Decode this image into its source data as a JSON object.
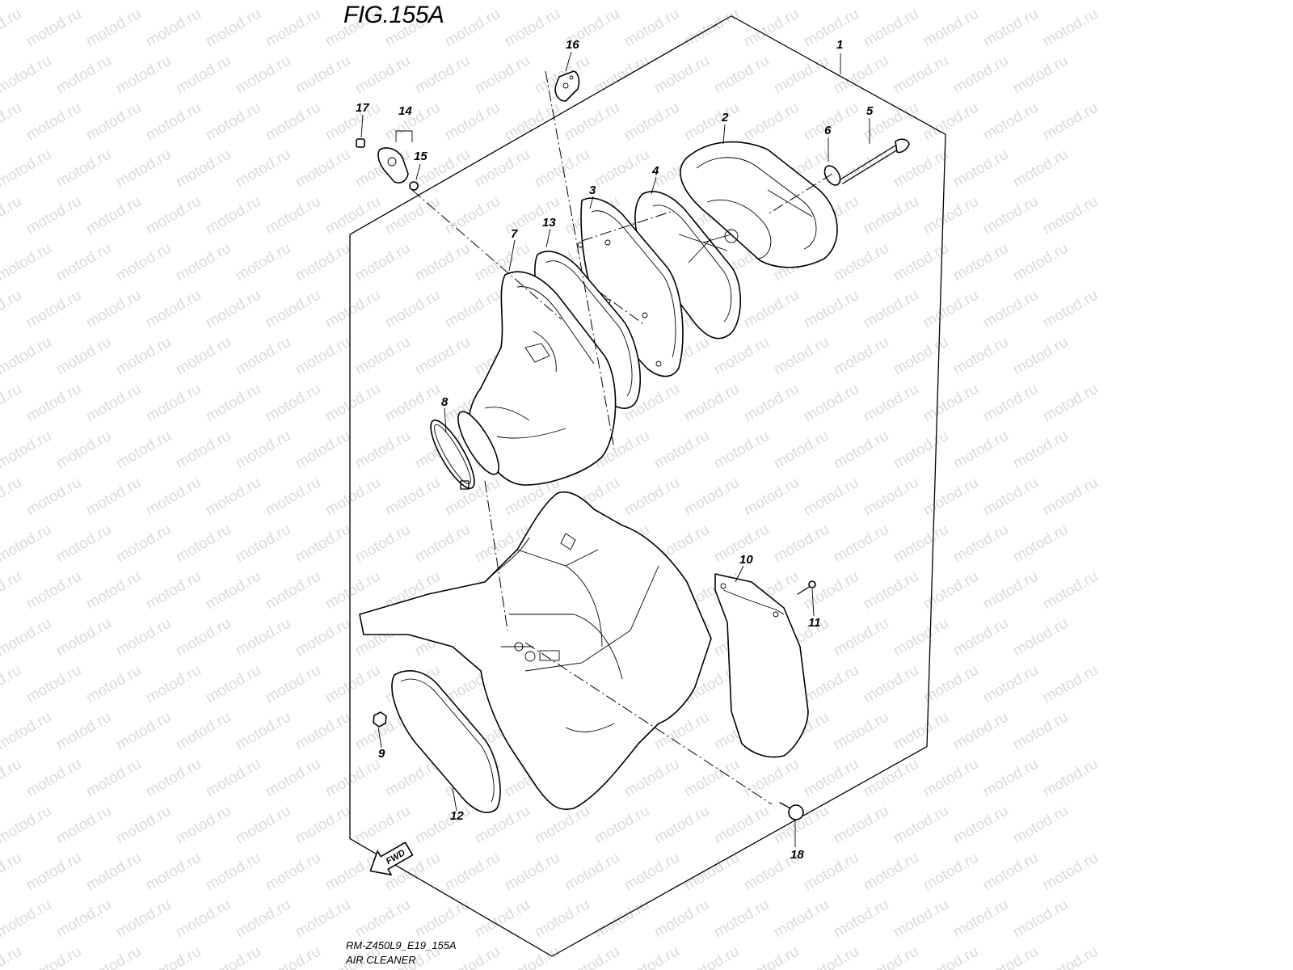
{
  "figure": {
    "title": "FIG.155A",
    "code": "RM-Z450L9_E19_155A",
    "name": "AIR CLEANER"
  },
  "watermark": "motod.ru",
  "direction_badge": "FWD",
  "callouts": [
    "1",
    "2",
    "3",
    "4",
    "5",
    "6",
    "7",
    "8",
    "9",
    "10",
    "11",
    "12",
    "13",
    "14",
    "15",
    "16",
    "17",
    "18"
  ]
}
